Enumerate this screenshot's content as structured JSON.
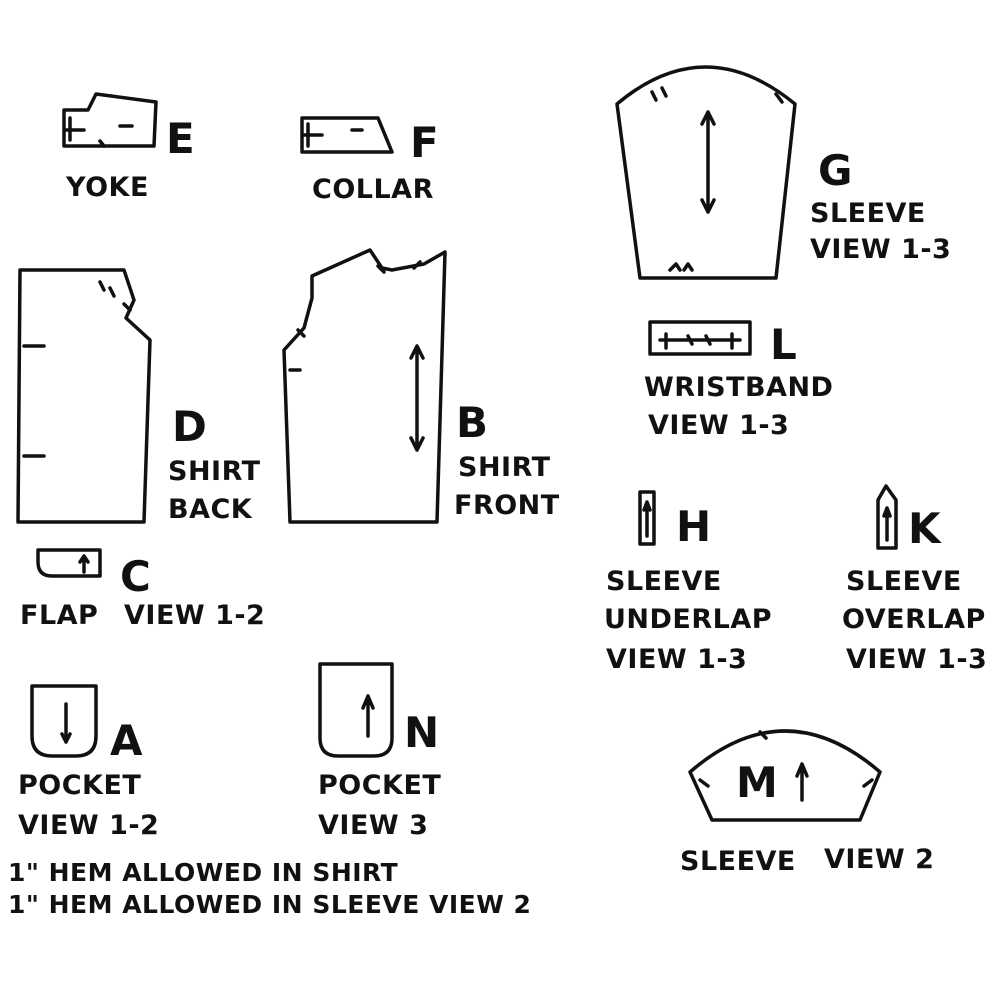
{
  "pieces": {
    "yoke": {
      "letter": "E",
      "name": "YOKE"
    },
    "collar": {
      "letter": "F",
      "name": "COLLAR"
    },
    "sleeve_g": {
      "letter": "G",
      "line1": "SLEEVE",
      "line2": "VIEW 1-3"
    },
    "wristband": {
      "letter": "L",
      "line1": "WRISTBAND",
      "line2": "VIEW 1-3"
    },
    "shirt_back": {
      "letter": "D",
      "line1": "SHIRT",
      "line2": "BACK"
    },
    "shirt_front": {
      "letter": "B",
      "line1": "SHIRT",
      "line2": "FRONT"
    },
    "flap": {
      "letter": "C",
      "name": "FLAP",
      "view": "VIEW 1-2"
    },
    "underlap": {
      "letter": "H",
      "line1": "SLEEVE",
      "line2": "UNDERLAP",
      "line3": "VIEW 1-3"
    },
    "overlap": {
      "letter": "K",
      "line1": "SLEEVE",
      "line2": "OVERLAP",
      "line3": "VIEW 1-3"
    },
    "pocket_a": {
      "letter": "A",
      "line1": "POCKET",
      "line2": "VIEW 1-2"
    },
    "pocket_n": {
      "letter": "N",
      "line1": "POCKET",
      "line2": "VIEW 3"
    },
    "sleeve_m": {
      "letter": "M",
      "name": "SLEEVE",
      "view": "VIEW 2"
    }
  },
  "notes": [
    "1\" HEM ALLOWED IN SHIRT",
    "1\" HEM ALLOWED IN SLEEVE VIEW 2"
  ]
}
